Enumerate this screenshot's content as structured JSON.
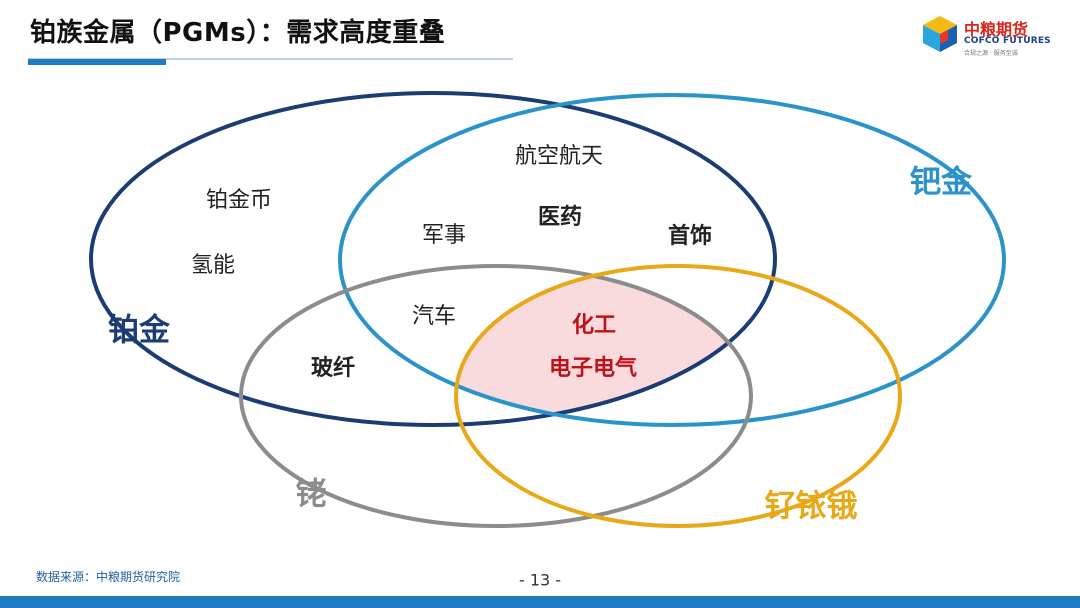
{
  "header": {
    "title": "铂族金属（PGMs）：需求高度重叠"
  },
  "logo": {
    "name_cn": "中粮期货",
    "name_en": "COFCO FUTURES",
    "slogan": "合规之源 · 服务至诚"
  },
  "colors": {
    "platinum": "#1b3d73",
    "palladium": "#2a93c9",
    "rhodium": "#8c8c8c",
    "minor_pgms": "#e8a817",
    "overlap_fill": "#f9dadd",
    "overlap_text": "#c0101c",
    "accent": "#1e7bbf"
  },
  "diagram": {
    "metals": {
      "platinum": "铂金",
      "palladium": "钯金",
      "rhodium": "铑",
      "minor_pgms": "钌铱锇"
    },
    "applications": {
      "aerospace": "航空航天",
      "platinum_coin": "铂金币",
      "hydrogen": "氢能",
      "military": "军事",
      "medicine": "医药",
      "jewelry": "首饰",
      "automotive": "汽车",
      "glass_fiber": "玻纤",
      "chemical": "化工",
      "electronics": "电子电气"
    }
  },
  "footer": {
    "source": "数据来源：中粮期货研究院",
    "page": "- 13 -"
  }
}
